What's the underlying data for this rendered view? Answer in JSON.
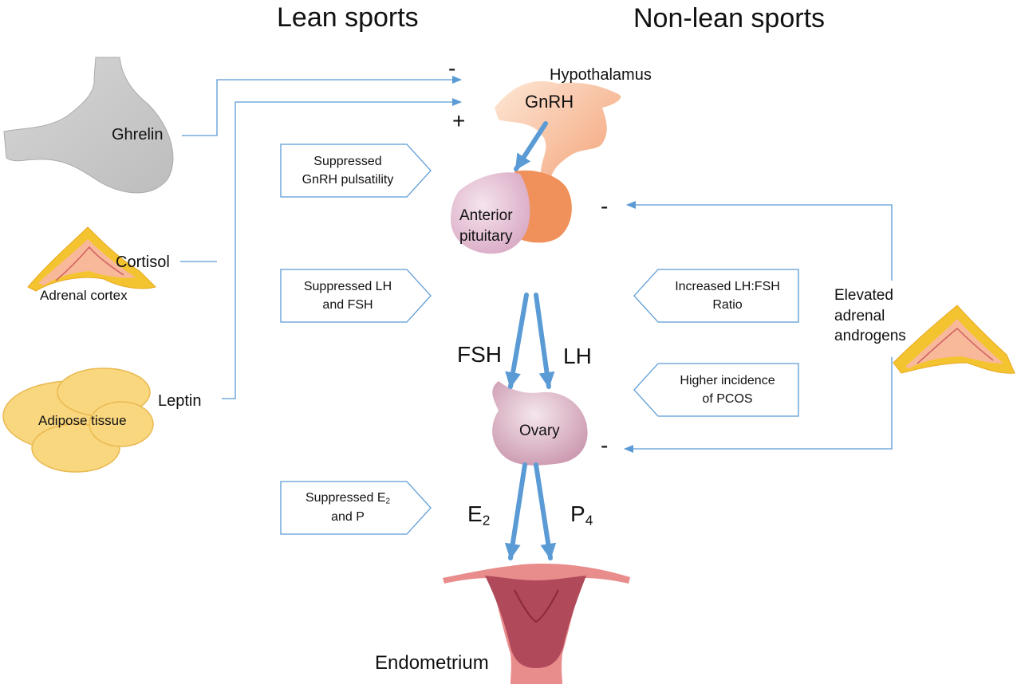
{
  "headings": {
    "lean": "Lean sports",
    "non_lean": "Non-lean sports"
  },
  "hormones": {
    "ghrelin": "Ghrelin",
    "cortisol": "Cortisol",
    "leptin": "Leptin",
    "gnrh": "GnRH",
    "fsh": "FSH",
    "lh": "LH",
    "e2_base": "E",
    "e2_sub": "2",
    "p4_base": "P",
    "p4_sub": "4"
  },
  "organs": {
    "adrenal_cortex": "Adrenal cortex",
    "adipose_tissue": "Adipose tissue",
    "hypothalamus": "Hypothalamus",
    "anterior_pituitary": "Anterior\npituitary",
    "ovary": "Ovary",
    "endometrium": "Endometrium",
    "elevated_adrenal": "Elevated\nadrenal\nandrogens"
  },
  "signs": {
    "minus_top": "-",
    "plus_top": "+",
    "minus_pituitary": "-",
    "minus_ovary": "-"
  },
  "callouts": {
    "gnrh_pulsatility": "Suppressed\nGnRH pulsatility",
    "lh_fsh": "Suppressed LH\nand FSH",
    "e2_p_line1": "Suppressed E",
    "e2_p_sub": "2",
    "e2_p_line2": "and P",
    "ratio": "Increased LH:FSH\nRatio",
    "pcos": "Higher incidence\nof PCOS"
  },
  "colors": {
    "arrow_blue": "#5b9bd5",
    "line_blue": "#5b9bd5",
    "stomach_gray": "#c9c9c9",
    "adipose_yellow": "#f9d77e",
    "adrenal_yellow": "#f4c430",
    "adrenal_pink": "#f0a090",
    "hypothalamus_orange": "#f5a070",
    "pituitary_pink": "#e7c3d6",
    "ovary_pink": "#dcb6c6",
    "uterus_pink": "#e88c8c",
    "uterus_dark": "#b04a5a"
  }
}
